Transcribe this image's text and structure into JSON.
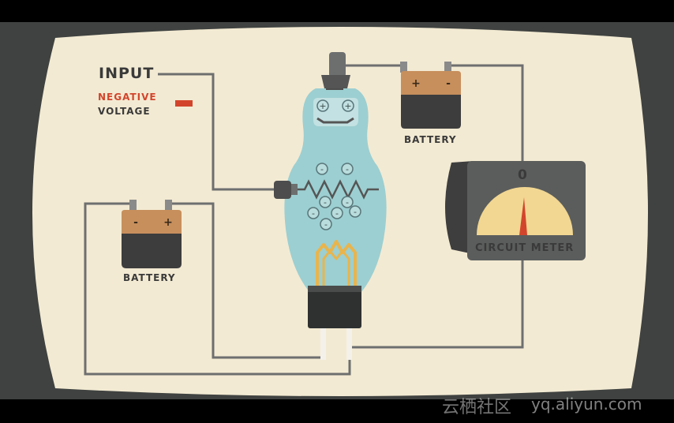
{
  "labels": {
    "input": "INPUT",
    "negative": "NEGATIVE",
    "voltage": "VOLTAGE",
    "battery_right": "BATTERY",
    "battery_left": "BATTERY",
    "meter_reading": "0",
    "meter_label": "CIRCUIT METER"
  },
  "battery_right_terminals": {
    "left": "+",
    "right": "-"
  },
  "battery_left_terminals": {
    "left": "-",
    "right": "+"
  },
  "tube_charges": {
    "plate": [
      "+",
      "+"
    ],
    "electrons": [
      "-",
      "-",
      "-",
      "-",
      "-",
      "-",
      "-",
      "-"
    ]
  },
  "watermark": {
    "cn": "云栖社区",
    "en": "yq.aliyun.com"
  },
  "colors": {
    "background": "#f3ead3",
    "frame": "#3f4240",
    "wire": "#6d6f6f",
    "tube_glass": "#9ccfd1",
    "battery_top": "#c78f5c",
    "battery_body": "#3d3d3d",
    "meter_dial": "#f2d792",
    "needle": "#d2452c",
    "filament": "#e9b44c",
    "negative_indicator": "#d2452c"
  }
}
